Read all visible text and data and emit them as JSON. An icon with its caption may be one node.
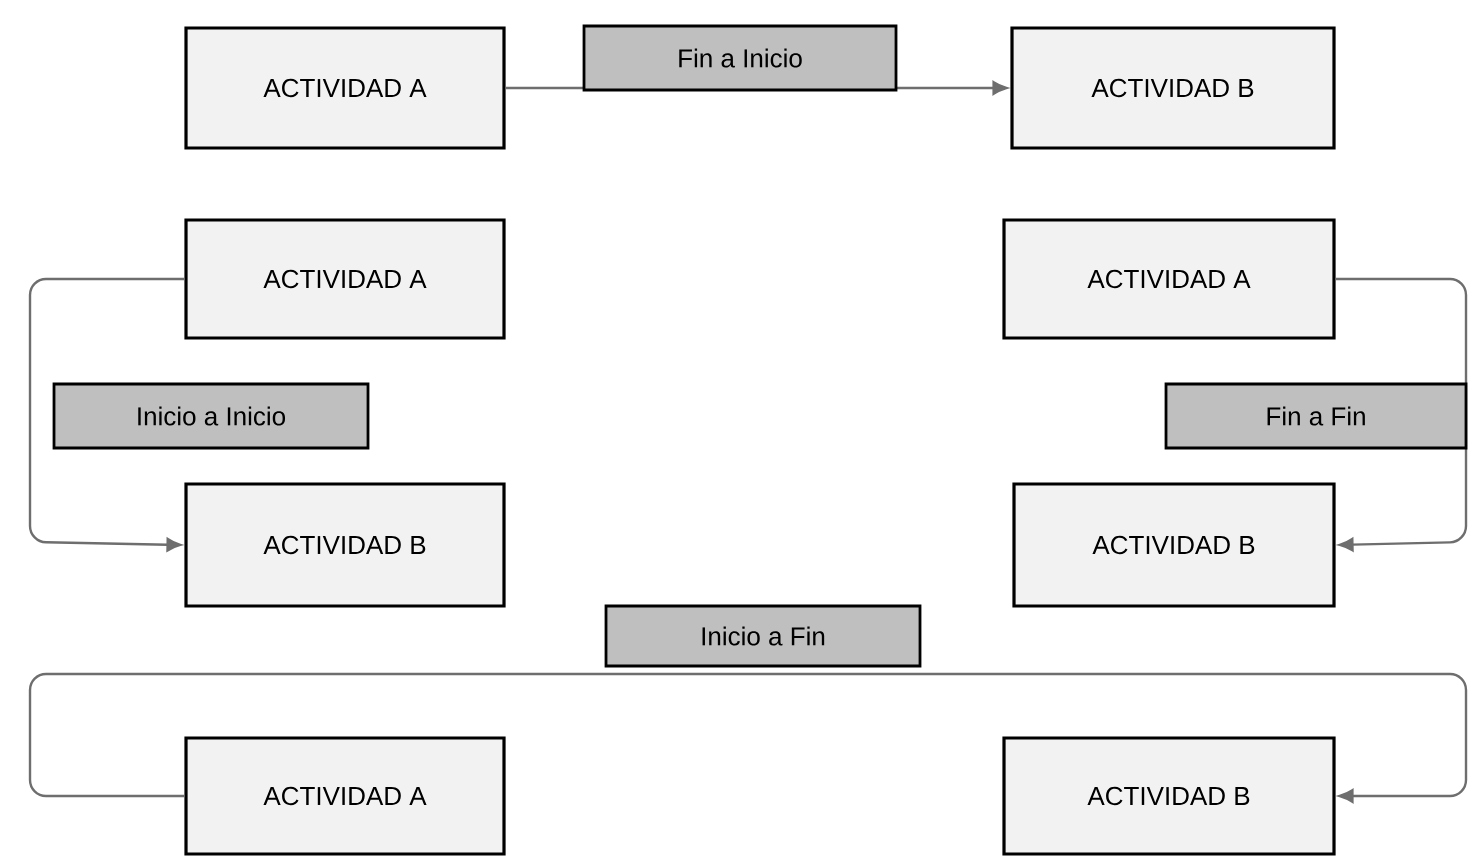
{
  "diagram": {
    "nodes": [
      {
        "text": [
          "ACTIVIDAD A"
        ]
      },
      {
        "text": [
          "ACTIVIDAD B"
        ]
      },
      {
        "text": [
          "ACTIVIDAD A"
        ]
      },
      {
        "text": [
          "ACTIVIDAD A"
        ]
      },
      {
        "text": [
          "ACTIVIDAD B"
        ]
      },
      {
        "text": [
          "ACTIVIDAD B"
        ]
      },
      {
        "text": [
          "ACTIVIDAD A"
        ]
      },
      {
        "text": [
          "ACTIVIDAD B"
        ]
      }
    ],
    "edges": [
      {
        "from": 0,
        "to": 1,
        "arrow": "to",
        "label": "Fin a Inicio"
      },
      {
        "from": 2,
        "to": 4,
        "arrow": "to",
        "label": "Inicio a Inicio"
      },
      {
        "from": 3,
        "to": 5,
        "arrow": "to",
        "label": "Fin a Fin"
      },
      {
        "from": 6,
        "to": 7,
        "arrow": "to",
        "label": "Inicio a Fin"
      }
    ]
  }
}
